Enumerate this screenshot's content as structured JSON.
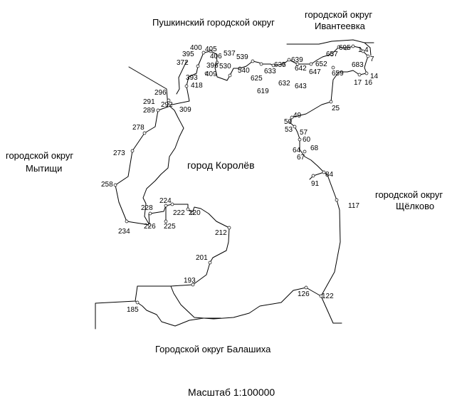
{
  "regions": {
    "pushkino": "Пушкинский городской округ",
    "ivanteevka_1": "городской округ",
    "ivanteevka_2": "Ивантеевка",
    "mytishchi_1": "городской округ",
    "mytishchi_2": "Мытищи",
    "korolev": "город Королёв",
    "shchelkovo_1": "городской округ",
    "shchelkovo_2": "Щёлково",
    "balashikha": "Городской округ Балашиха"
  },
  "scale": "Масштаб 1:100000",
  "points": [
    {
      "id": "p1",
      "label": "1"
    },
    {
      "id": "p4",
      "label": "4"
    },
    {
      "id": "p7",
      "label": "7"
    },
    {
      "id": "p14",
      "label": "14"
    },
    {
      "id": "p16",
      "label": "16"
    },
    {
      "id": "p17",
      "label": "17"
    },
    {
      "id": "p25",
      "label": "25"
    },
    {
      "id": "p49",
      "label": "49"
    },
    {
      "id": "p50",
      "label": "50"
    },
    {
      "id": "p53",
      "label": "53"
    },
    {
      "id": "p57",
      "label": "57"
    },
    {
      "id": "p60",
      "label": "60"
    },
    {
      "id": "p64",
      "label": "64"
    },
    {
      "id": "p67",
      "label": "67"
    },
    {
      "id": "p68",
      "label": "68"
    },
    {
      "id": "p84",
      "label": "84"
    },
    {
      "id": "p91",
      "label": "91"
    },
    {
      "id": "p117",
      "label": "117"
    },
    {
      "id": "p122",
      "label": "122"
    },
    {
      "id": "p126",
      "label": "126"
    },
    {
      "id": "p185",
      "label": "185"
    },
    {
      "id": "p193",
      "label": "193"
    },
    {
      "id": "p201",
      "label": "201"
    },
    {
      "id": "p212",
      "label": "212"
    },
    {
      "id": "p220",
      "label": "220"
    },
    {
      "id": "p222",
      "label": "222"
    },
    {
      "id": "p224",
      "label": "224"
    },
    {
      "id": "p225",
      "label": "225"
    },
    {
      "id": "p226",
      "label": "226"
    },
    {
      "id": "p228",
      "label": "228"
    },
    {
      "id": "p234",
      "label": "234"
    },
    {
      "id": "p258",
      "label": "258"
    },
    {
      "id": "p273",
      "label": "273"
    },
    {
      "id": "p278",
      "label": "278"
    },
    {
      "id": "p289",
      "label": "289"
    },
    {
      "id": "p291",
      "label": "291"
    },
    {
      "id": "p292",
      "label": "292"
    },
    {
      "id": "p296",
      "label": "296"
    },
    {
      "id": "p309",
      "label": "309"
    },
    {
      "id": "p372",
      "label": "372"
    },
    {
      "id": "p393",
      "label": "393"
    },
    {
      "id": "p395",
      "label": "395"
    },
    {
      "id": "p396",
      "label": "396"
    },
    {
      "id": "p400",
      "label": "400"
    },
    {
      "id": "p405",
      "label": "405"
    },
    {
      "id": "p406",
      "label": "406"
    },
    {
      "id": "p409",
      "label": "409"
    },
    {
      "id": "p418",
      "label": "418"
    },
    {
      "id": "p530",
      "label": "530"
    },
    {
      "id": "p537",
      "label": "537"
    },
    {
      "id": "p539",
      "label": "539"
    },
    {
      "id": "p540",
      "label": "540"
    },
    {
      "id": "p619",
      "label": "619"
    },
    {
      "id": "p625",
      "label": "625"
    },
    {
      "id": "p632",
      "label": "632"
    },
    {
      "id": "p633",
      "label": "633"
    },
    {
      "id": "p635",
      "label": "635"
    },
    {
      "id": "p639",
      "label": "639"
    },
    {
      "id": "p642",
      "label": "642"
    },
    {
      "id": "p643",
      "label": "643"
    },
    {
      "id": "p647",
      "label": "647"
    },
    {
      "id": "p652",
      "label": "652"
    },
    {
      "id": "p657",
      "label": "657"
    },
    {
      "id": "p659",
      "label": "659"
    },
    {
      "id": "p683",
      "label": "683"
    },
    {
      "id": "p695",
      "label": "695"
    }
  ]
}
